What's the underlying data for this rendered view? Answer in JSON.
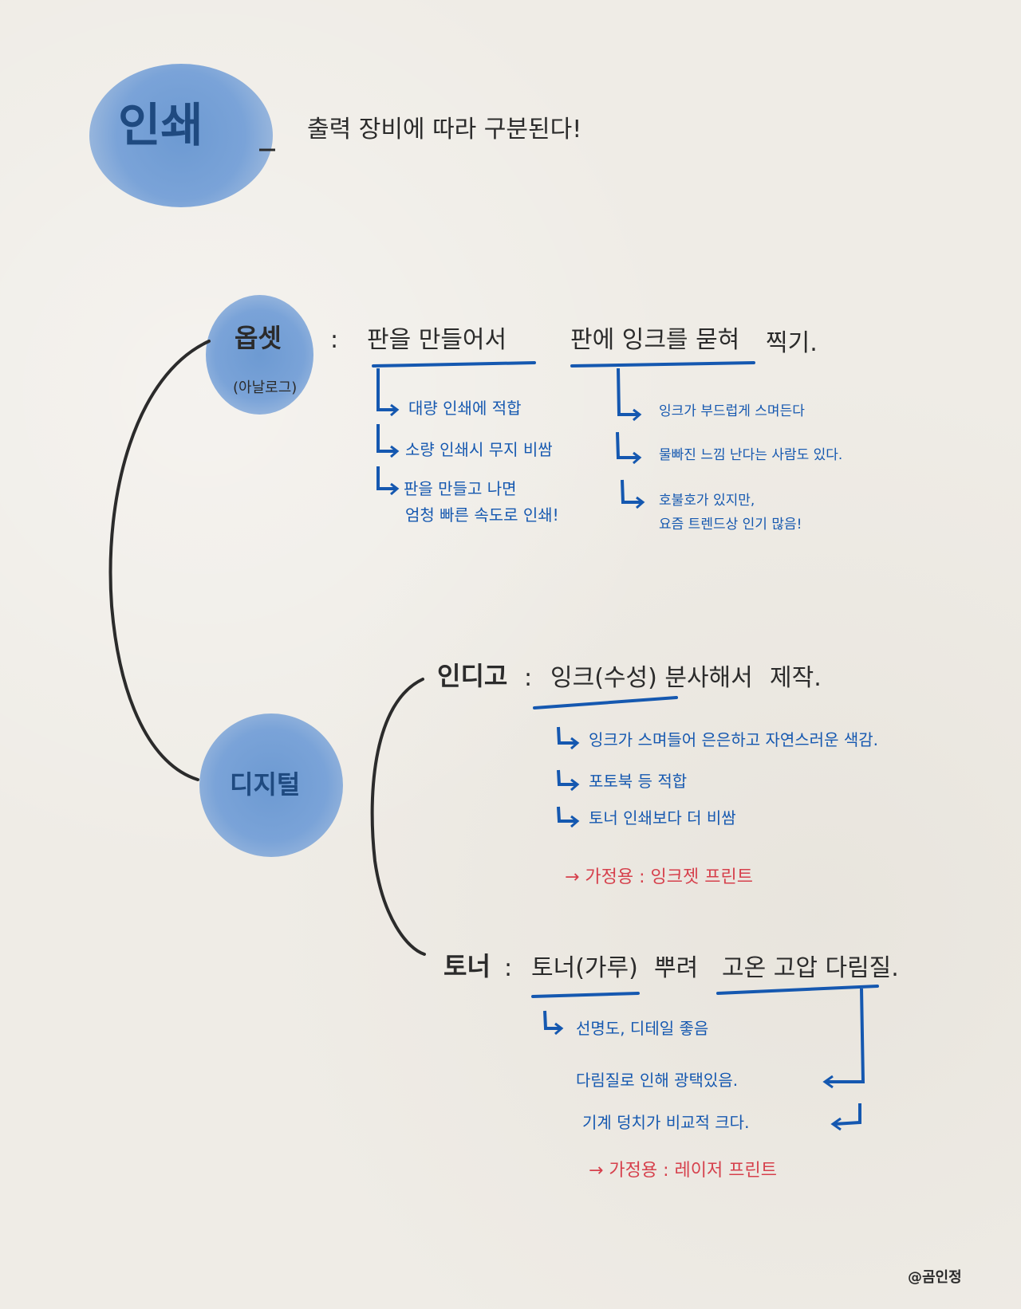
{
  "title": {
    "main": "인쇄",
    "dash": "_",
    "subtitle": "출력 장비에 따라 구분된다!"
  },
  "offset": {
    "label": "옵셋",
    "sublabel": "(아날로그)",
    "colon": ":",
    "definition": {
      "part1": "판을 만들어서",
      "part2": "판에 잉크를 묻혀",
      "part3": "찍기."
    },
    "left_notes": [
      "대량 인쇄에 적합",
      "소량 인쇄시 무지 비쌈",
      "판을 만들고 나면",
      "엄청 빠른 속도로 인쇄!"
    ],
    "right_notes": [
      "잉크가 부드럽게 스며든다",
      "물빠진 느낌 난다는 사람도 있다.",
      "호불호가 있지만,",
      "요즘 트렌드상 인기 많음!"
    ]
  },
  "digital": {
    "label": "디지털",
    "indigo": {
      "label": "인디고",
      "colon": ":",
      "definition": {
        "part1": "잉크(수성) 분사해서",
        "part2": "제작."
      },
      "notes": [
        "잉크가 스며들어 은은하고 자연스러운 색감.",
        "포토북 등 적합",
        "토너 인쇄보다 더 비쌈"
      ],
      "home_use": "→ 가정용 : 잉크젯 프린트"
    },
    "toner": {
      "label": "토너",
      "colon": ":",
      "definition": {
        "part1": "토너(가루)",
        "part2": "뿌려",
        "part3": "고온 고압 다림질."
      },
      "notes": [
        "선명도, 디테일 좋음",
        "다림질로 인해 광택있음.",
        "기계 덩치가 비교적 크다."
      ],
      "home_use": "→ 가정용 : 레이저 프린트"
    }
  },
  "credit": "@곰인정",
  "colors": {
    "paper": "#efece6",
    "blob_blue": "#7aa3d8",
    "ink_dark": "#2b2b2b",
    "ink_blue": "#1558b0",
    "ink_red": "#d6404c",
    "label_navy": "#1f4a80"
  }
}
